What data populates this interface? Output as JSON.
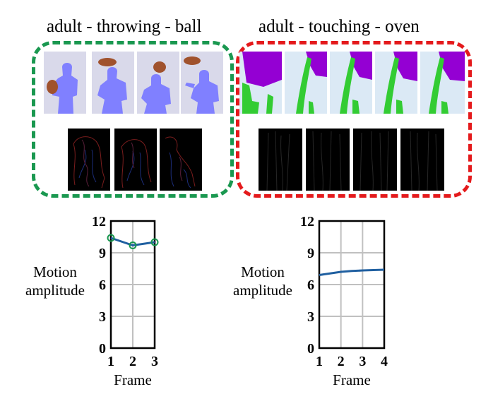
{
  "groups": [
    {
      "title": "adult - throwing - ball",
      "border_color": "#1a9850",
      "segmentation_colors": {
        "background": "#d9d9ea",
        "adult": "#8080ff",
        "ball": "#a0522d"
      },
      "frame_count": 4,
      "motion_map_count": 3
    },
    {
      "title": "adult - touching - oven",
      "border_color": "#e41a1c",
      "segmentation_colors": {
        "background": "#dbe9f5",
        "oven": "#9400d3",
        "adult": "#33cc33"
      },
      "frame_count": 5,
      "motion_map_count": 4
    }
  ],
  "chart_data": [
    {
      "type": "line",
      "title": "",
      "xlabel": "Frame",
      "ylabel": "Motion amplitude",
      "x": [
        1,
        2,
        3
      ],
      "series": [
        {
          "values": [
            10.4,
            9.7,
            10.0
          ],
          "color": "#1f5fa0",
          "marker": "circle",
          "marker_color": "#1a9850"
        }
      ],
      "xticks": [
        "1",
        "2",
        "3"
      ],
      "yticks": [
        "0",
        "3",
        "6",
        "9",
        "12"
      ],
      "xlim": [
        1,
        3
      ],
      "ylim": [
        0,
        12
      ],
      "grid": true
    },
    {
      "type": "line",
      "title": "",
      "xlabel": "Frame",
      "ylabel": "Motion amplitude",
      "x": [
        1,
        1.5,
        2,
        2.5,
        3,
        3.5,
        4
      ],
      "series": [
        {
          "values": [
            6.9,
            7.05,
            7.2,
            7.28,
            7.33,
            7.37,
            7.4
          ],
          "color": "#1f5fa0",
          "marker": "none"
        }
      ],
      "xticks": [
        "1",
        "2",
        "3",
        "4"
      ],
      "yticks": [
        "0",
        "3",
        "6",
        "9",
        "12"
      ],
      "xlim": [
        1,
        4
      ],
      "ylim": [
        0,
        12
      ],
      "grid": true
    }
  ]
}
